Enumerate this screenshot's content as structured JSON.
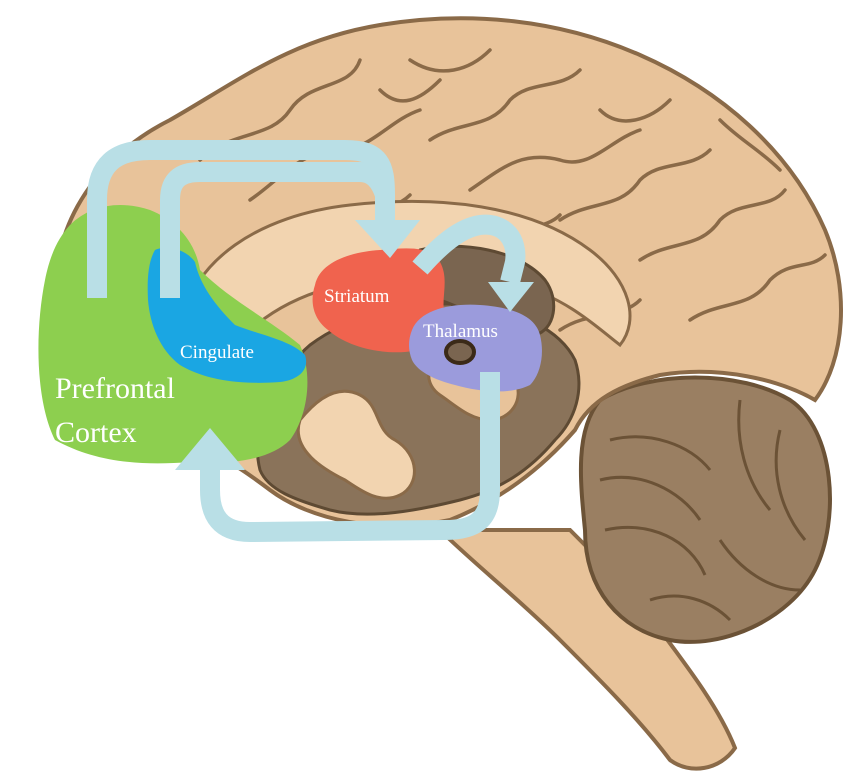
{
  "colors": {
    "cortex": "#e8c39a",
    "sulcus_line": "#8a6a48",
    "inner_tan": "#f2d4b0",
    "ventricle_brown": "#8a735a",
    "cerebellum": "#9a7f62",
    "prefrontal": "#8dcf4f",
    "cingulate": "#1aa6e3",
    "striatum": "#f0634e",
    "thalamus": "#9b9bdc",
    "arrow": "#b9dfe6",
    "label_text": "#ffffff"
  },
  "regions": {
    "prefrontal": {
      "label_line1": "Prefrontal",
      "label_line2": "Cortex"
    },
    "cingulate": {
      "label": "Cingulate"
    },
    "striatum": {
      "label": "Striatum"
    },
    "thalamus": {
      "label": "Thalamus"
    }
  },
  "arrows": [
    {
      "from": "prefrontal",
      "to": "striatum"
    },
    {
      "from": "cingulate",
      "to": "striatum"
    },
    {
      "from": "striatum",
      "to": "thalamus"
    },
    {
      "from": "thalamus",
      "to": "prefrontal"
    }
  ]
}
